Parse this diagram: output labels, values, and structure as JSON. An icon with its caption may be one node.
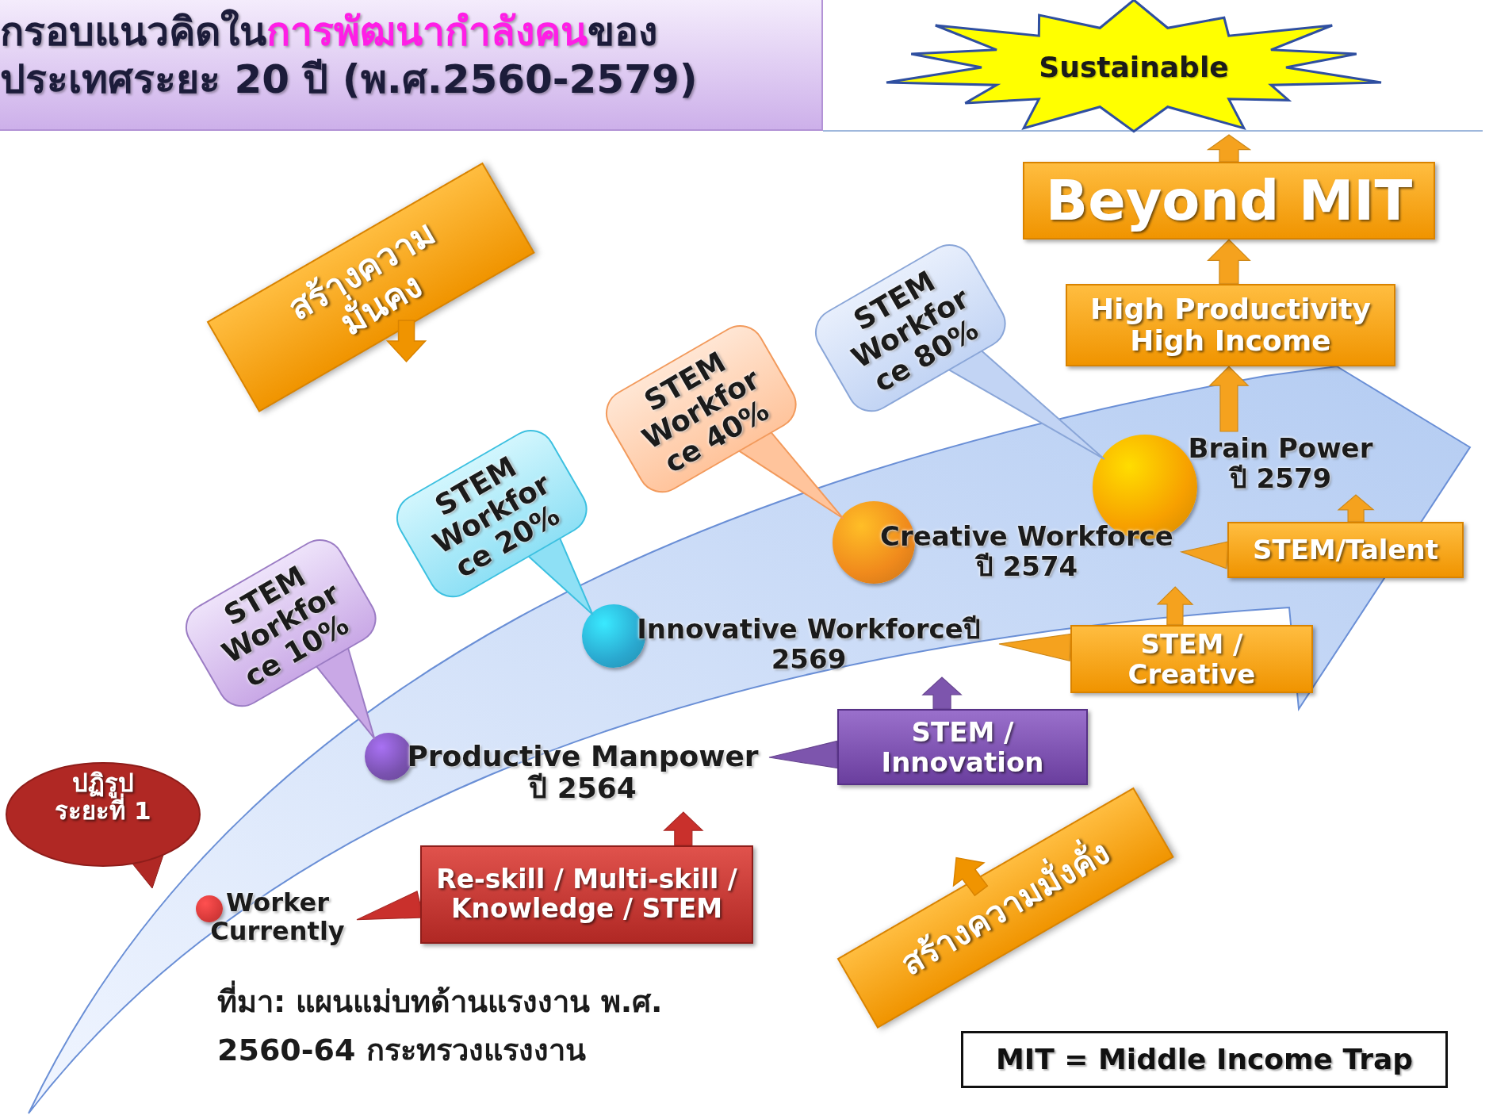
{
  "diagram": {
    "title": "กรอบแนวคิดใน**การพัฒนากำลังคน**ของประเทศระยะ 20 ปี (พ.ศ.2560-2579)",
    "nodes": [
      {
        "text": [
          "Sustainable"
        ]
      },
      {
        "text": [
          "Beyond MIT"
        ]
      },
      {
        "text": [
          "High Productivity High Income"
        ]
      },
      {
        "text": [
          "สร้างความมั่นคง"
        ]
      },
      {
        "text": [
          "STEM Workfor ce 80%"
        ]
      },
      {
        "text": [
          "STEM Workfor ce 40%"
        ]
      },
      {
        "text": [
          "STEM Workfor ce 20%"
        ]
      },
      {
        "text": [
          "STEM Workfor ce 10%"
        ]
      },
      {
        "text": [
          "Brain Power ปี 2579"
        ]
      },
      {
        "text": [
          "Creative Workforce ปี 2574"
        ]
      },
      {
        "text": [
          "STEM/Talent"
        ]
      },
      {
        "text": [
          "Innovative Workforceปี 2569"
        ]
      },
      {
        "text": [
          "STEM / Creative"
        ]
      },
      {
        "text": [
          "STEM / Innovation"
        ]
      },
      {
        "text": [
          "Productive Manpower ปี 2564"
        ]
      },
      {
        "text": [
          "ปฏิรูป ระยะที่ 1"
        ]
      },
      {
        "text": [
          "Worker Currently"
        ]
      },
      {
        "text": [
          "Re-skill / Multi-skill / Knowledge / STEM"
        ]
      },
      {
        "text": [
          "สร้างความมั่งคั่ง"
        ]
      },
      {
        "text": [
          "MIT = Middle Income Trap"
        ]
      },
      {
        "text": [],
        "shape": "circle"
      },
      {
        "text": [],
        "shape": "circle"
      },
      {
        "text": [],
        "shape": "circle"
      },
      {
        "text": [],
        "shape": "circle"
      },
      {
        "text": [],
        "shape": "circle"
      }
    ],
    "edges": [
      {
        "from": 1,
        "to": 0,
        "arrow": "to"
      },
      {
        "from": 2,
        "to": 1,
        "arrow": "to"
      },
      {
        "from": 8,
        "to": 2,
        "arrow": "to"
      },
      {
        "from": 10,
        "to": 8,
        "arrow": "to"
      },
      {
        "from": 10,
        "to": 9,
        "arrow": "to"
      },
      {
        "from": 12,
        "to": 9,
        "arrow": "to"
      },
      {
        "from": 12,
        "to": 11,
        "arrow": "to"
      },
      {
        "from": 13,
        "to": 11,
        "arrow": "to",
        "color": "#7d55ad"
      },
      {
        "from": 13,
        "to": 14,
        "arrow": "to",
        "color": "#7d55ad"
      },
      {
        "from": 17,
        "to": 14,
        "arrow": "to",
        "color": "#c9302c"
      },
      {
        "from": 17,
        "to": 16,
        "arrow": "to",
        "color": "#c9302c"
      }
    ],
    "labels": [
      "ที่มา: แผนแม่บทด้านแรงงาน พ.ศ. 2560-64 กระทรวงแรงงาน"
    ]
  }
}
